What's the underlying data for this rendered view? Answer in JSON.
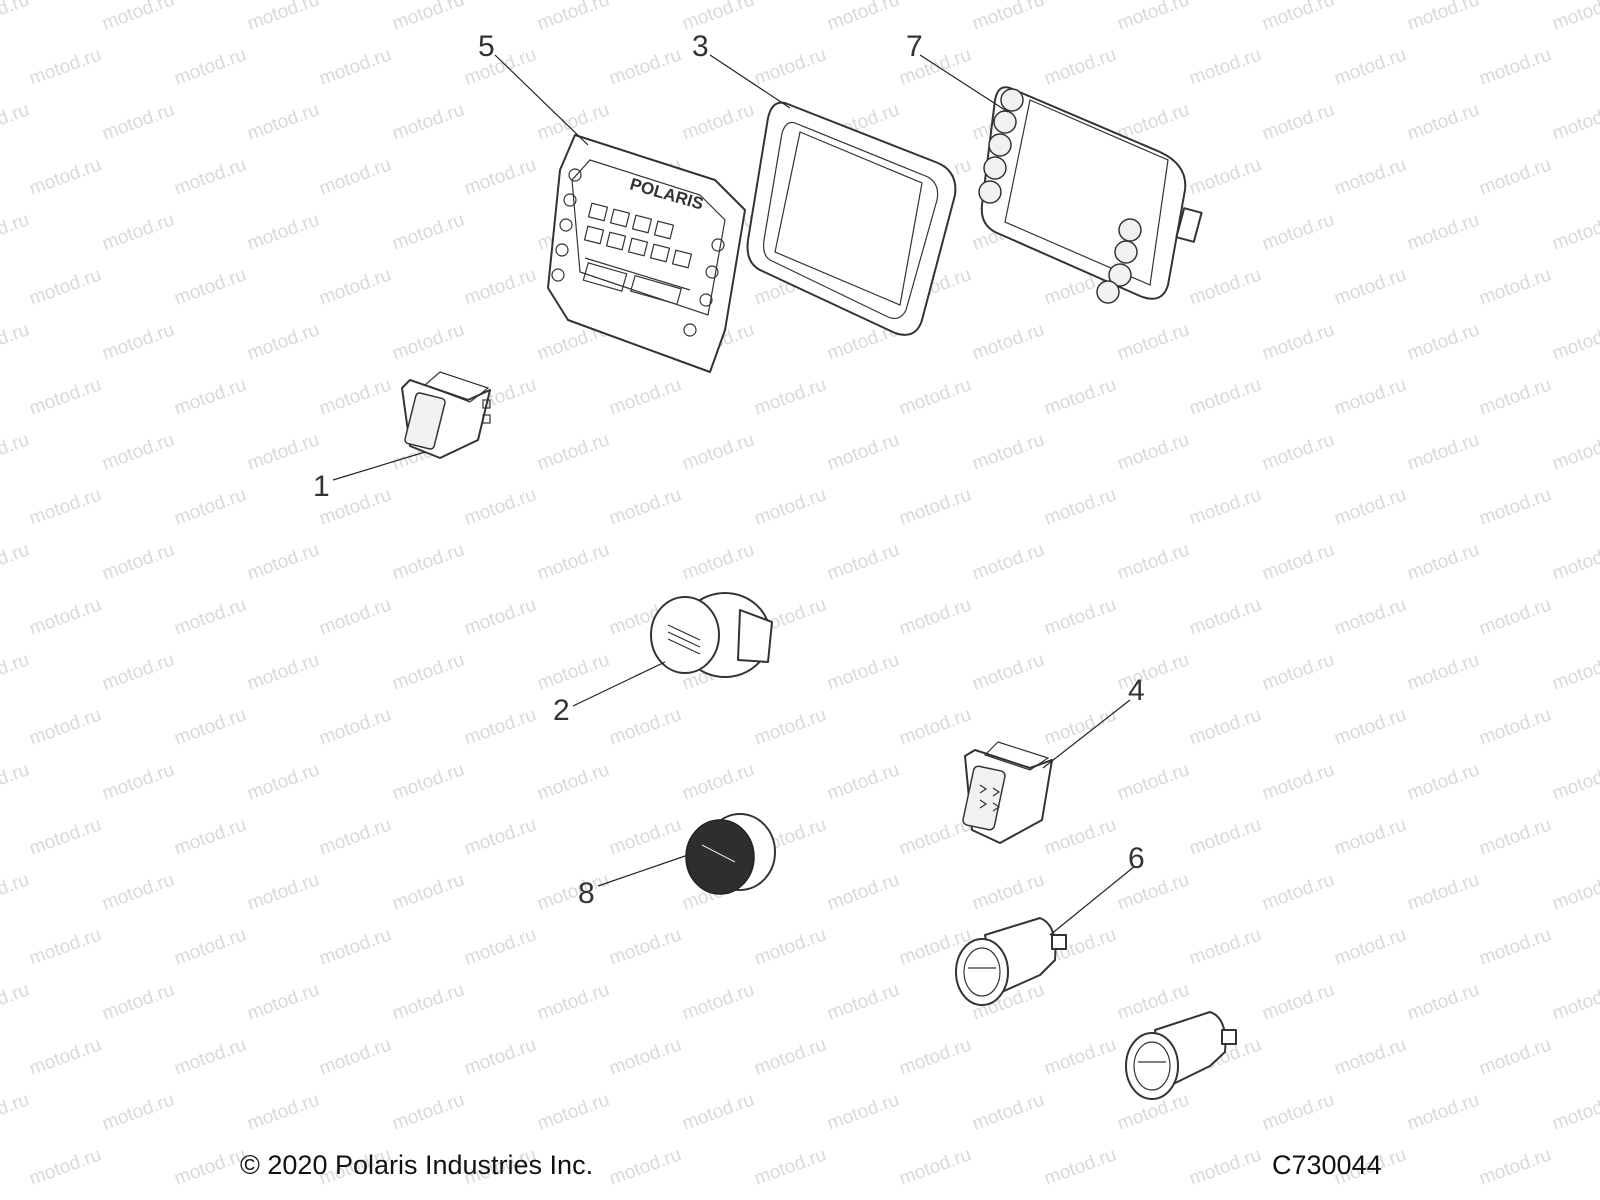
{
  "watermark": {
    "text": "motod.ru"
  },
  "callouts": [
    {
      "id": "1",
      "label": "1"
    },
    {
      "id": "2",
      "label": "2"
    },
    {
      "id": "3",
      "label": "3"
    },
    {
      "id": "4",
      "label": "4"
    },
    {
      "id": "5",
      "label": "5"
    },
    {
      "id": "6",
      "label": "6"
    },
    {
      "id": "7",
      "label": "7"
    },
    {
      "id": "8",
      "label": "8"
    }
  ],
  "brand_mark": "POLARIS",
  "footer": {
    "copyright": "© 2020 Polaris Industries Inc.",
    "drawing_number": "C730044"
  }
}
